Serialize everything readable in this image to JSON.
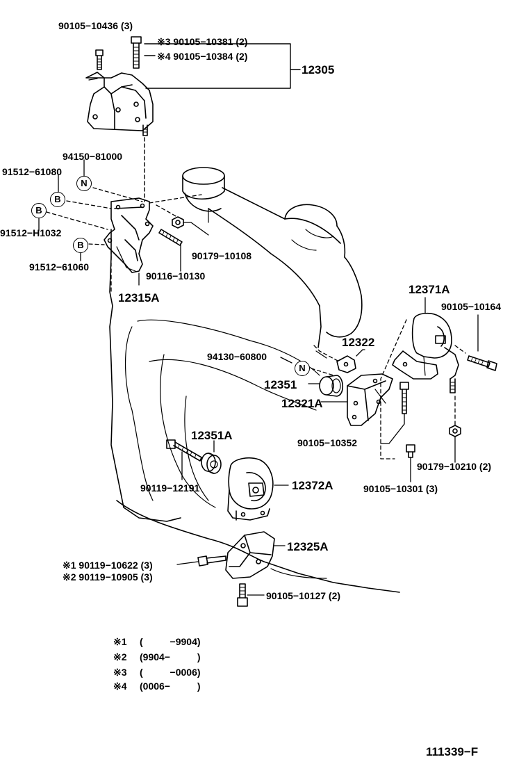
{
  "labels": {
    "p90105_10436": "90105−10436 (3)",
    "p90105_10381": "※3 90105−10381 (2)",
    "p90105_10384": "※4 90105−10384 (2)",
    "p12305": "12305",
    "p94150_81000": "94150−81000",
    "p91512_61080": "91512−61080",
    "p91512_H1032": "91512−H1032",
    "p91512_61060": "91512−61060",
    "p90179_10108": "90179−10108",
    "p90116_10130": "90116−10130",
    "p12315A": "12315A",
    "p12371A": "12371A",
    "p90105_10164": "90105−10164",
    "p12322": "12322",
    "p94130_60800": "94130−60800",
    "p12351": "12351",
    "p12321A": "12321A",
    "p90105_10352": "90105−10352",
    "p90179_10210": "90179−10210 (2)",
    "p12351A": "12351A",
    "p90105_10301": "90105−10301 (3)",
    "p90119_12191": "90119−12191",
    "p12372A": "12372A",
    "p12325A": "12325A",
    "p90119_10622": "※1  90119−10622 (3)",
    "p90119_10905": "※2  90119−10905 (3)",
    "p90105_10127": "90105−10127 (2)"
  },
  "callouts": {
    "n_top": "N",
    "b_upper": "B",
    "b_left": "B",
    "b_lower": "B",
    "n_mid": "N"
  },
  "footnotes": [
    {
      "mark": "※1",
      "range": "(          −9904)"
    },
    {
      "mark": "※2",
      "range": "(9904−          )"
    },
    {
      "mark": "※3",
      "range": "(          −0006)"
    },
    {
      "mark": "※4",
      "range": "(0006−          )"
    }
  ],
  "diagram_id": "111339−F"
}
